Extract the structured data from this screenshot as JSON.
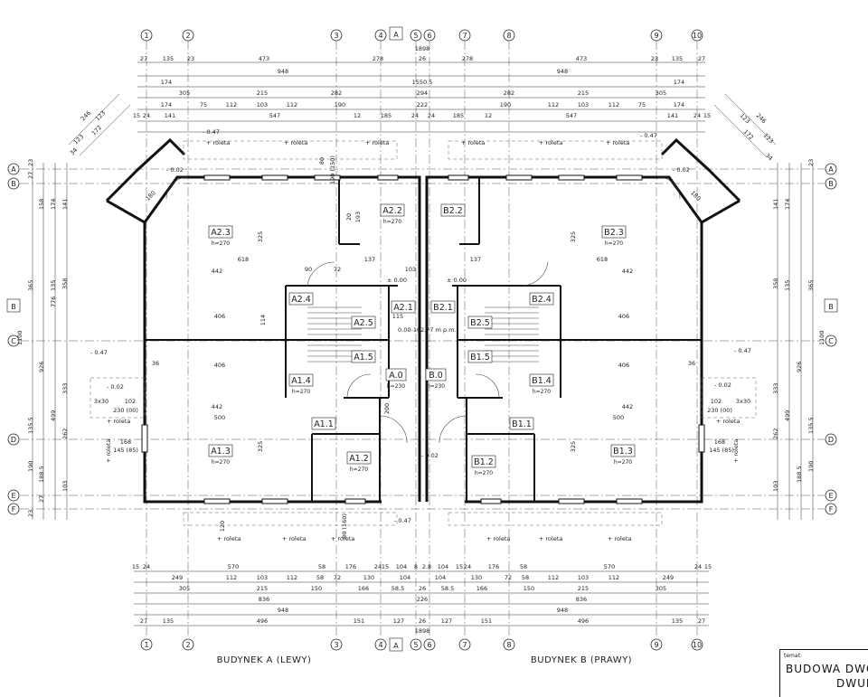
{
  "axes_numbers": [
    "1",
    "2",
    "3",
    "4",
    "5",
    "6",
    "7",
    "8",
    "9",
    "10"
  ],
  "axes_letters": [
    "A",
    "B",
    "C",
    "D",
    "E",
    "F"
  ],
  "section_marks": {
    "a": "A",
    "b": "B"
  },
  "dims_top": {
    "r1": [
      "27",
      "135",
      "23",
      "473",
      "278",
      "26",
      "278",
      "473",
      "23",
      "135",
      "27"
    ],
    "r2_left": "948",
    "r2_mid": "1898",
    "r2_right": "948",
    "r3": "1550.5",
    "r4": [
      "174",
      "174"
    ],
    "r5": [
      "305",
      "215",
      "282",
      "294",
      "282",
      "215",
      "305"
    ],
    "r6": [
      "174",
      "75",
      "112",
      "103",
      "112",
      "190",
      "222",
      "190",
      "112",
      "103",
      "112",
      "75",
      "174"
    ],
    "r7": [
      "15",
      "24",
      "141",
      "547",
      "12",
      "185",
      "24",
      "24",
      "185",
      "12",
      "547",
      "141",
      "24",
      "15"
    ]
  },
  "dims_bottom": {
    "r1": [
      "15",
      "24",
      "570",
      "58",
      "176",
      "24",
      "15",
      "104",
      "8",
      "2.8",
      "104",
      "15",
      "24",
      "176",
      "58",
      "570",
      "24",
      "15"
    ],
    "r2": [
      "249",
      "112",
      "103",
      "112",
      "58",
      "72",
      "130",
      "104",
      "104",
      "130",
      "72",
      "58",
      "112",
      "103",
      "112",
      "249"
    ],
    "r3": [
      "305",
      "215",
      "150",
      "166",
      "58.5",
      "26",
      "58.5",
      "166",
      "150",
      "215",
      "305"
    ],
    "r4": [
      "836",
      "226",
      "836"
    ],
    "r5": [
      "948",
      "948"
    ],
    "r6": [
      "27",
      "135",
      "496",
      "151",
      "127",
      "26",
      "127",
      "151",
      "496",
      "135",
      "27"
    ],
    "r7": "1898"
  },
  "dims_side": [
    "23",
    "27",
    "158",
    "365",
    "135",
    "358",
    "1100",
    "926",
    "333",
    "499",
    "135.5",
    "262",
    "190",
    "188.5",
    "103",
    "23",
    "27",
    "141",
    "174",
    "776"
  ],
  "diag_dims": [
    "246",
    "123",
    "172",
    "123",
    "123",
    "172",
    "123",
    "246",
    "34",
    "34"
  ],
  "rooms": [
    {
      "id": "A2.3",
      "h": "h=270"
    },
    {
      "id": "A2.2",
      "h": "h=270"
    },
    {
      "id": "A2.4",
      "h": ""
    },
    {
      "id": "A2.5",
      "h": ""
    },
    {
      "id": "A2.1",
      "h": ""
    },
    {
      "id": "A1.5",
      "h": ""
    },
    {
      "id": "A1.4",
      "h": "h=270"
    },
    {
      "id": "A.0",
      "h": "h=230"
    },
    {
      "id": "A1.1",
      "h": ""
    },
    {
      "id": "A1.2",
      "h": "h=270"
    },
    {
      "id": "A1.3",
      "h": "h=270"
    },
    {
      "id": "B2.2",
      "h": ""
    },
    {
      "id": "B2.3",
      "h": "h=270"
    },
    {
      "id": "B2.1",
      "h": ""
    },
    {
      "id": "B2.4",
      "h": ""
    },
    {
      "id": "B2.5",
      "h": ""
    },
    {
      "id": "B1.5",
      "h": ""
    },
    {
      "id": "B.0",
      "h": "h=230"
    },
    {
      "id": "B1.4",
      "h": "h=270"
    },
    {
      "id": "B1.1",
      "h": ""
    },
    {
      "id": "B1.2",
      "h": "h=270"
    },
    {
      "id": "B1.3",
      "h": "h=270"
    }
  ],
  "inner_dims": [
    "618",
    "442",
    "406",
    "406",
    "442",
    "500",
    "325",
    "325",
    "137",
    "90",
    "72",
    "103",
    "114",
    "115",
    "193",
    "200",
    "120",
    "80",
    "230 (00)",
    "145 (85)",
    "180",
    "3x30",
    "102",
    "168",
    "190 (150)",
    "20",
    "80 (160)",
    "36"
  ],
  "levels": {
    "top": "- 0.47",
    "mid": "- 0.47",
    "bottom": "- 0.47",
    "entry": "- 0.02",
    "zero": "± 0.00",
    "stair": "0.00-102.77 m p.m."
  },
  "roleta": "+ roleta",
  "captions": {
    "left": "BUDYNEK A (LEWY)",
    "right": "BUDYNEK B (PRAWY)"
  },
  "title_block": {
    "label": "temat:",
    "line1": "BUDOWA DWÓ",
    "line2": "DWUL"
  }
}
